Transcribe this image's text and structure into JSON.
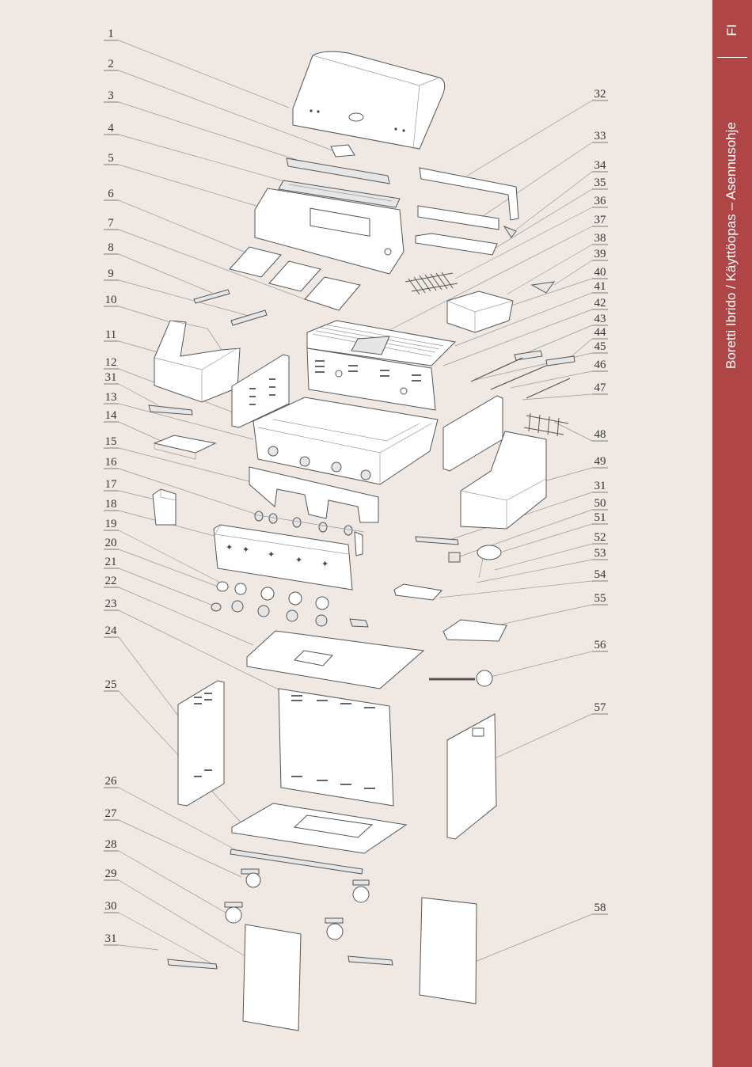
{
  "sidebar": {
    "language_code": "FI",
    "title": "Boretti Ibrido / Käyttöopas – Asennusohje",
    "color": "#b04545"
  },
  "background_color": "#f0e9e3",
  "diagram": {
    "left_labels": [
      "1",
      "2",
      "3",
      "4",
      "5",
      "6",
      "7",
      "8",
      "9",
      "10",
      "11",
      "12",
      "31",
      "13",
      "14",
      "15",
      "16",
      "17",
      "18",
      "19",
      "20",
      "21",
      "22",
      "23",
      "24",
      "25",
      "26",
      "27",
      "28",
      "29",
      "30",
      "31"
    ],
    "right_labels": [
      "32",
      "33",
      "34",
      "35",
      "36",
      "37",
      "38",
      "39",
      "40",
      "41",
      "42",
      "43",
      "44",
      "45",
      "46",
      "47",
      "48",
      "49",
      "31",
      "50",
      "51",
      "52",
      "53",
      "54",
      "55",
      "56",
      "57",
      "58"
    ]
  }
}
